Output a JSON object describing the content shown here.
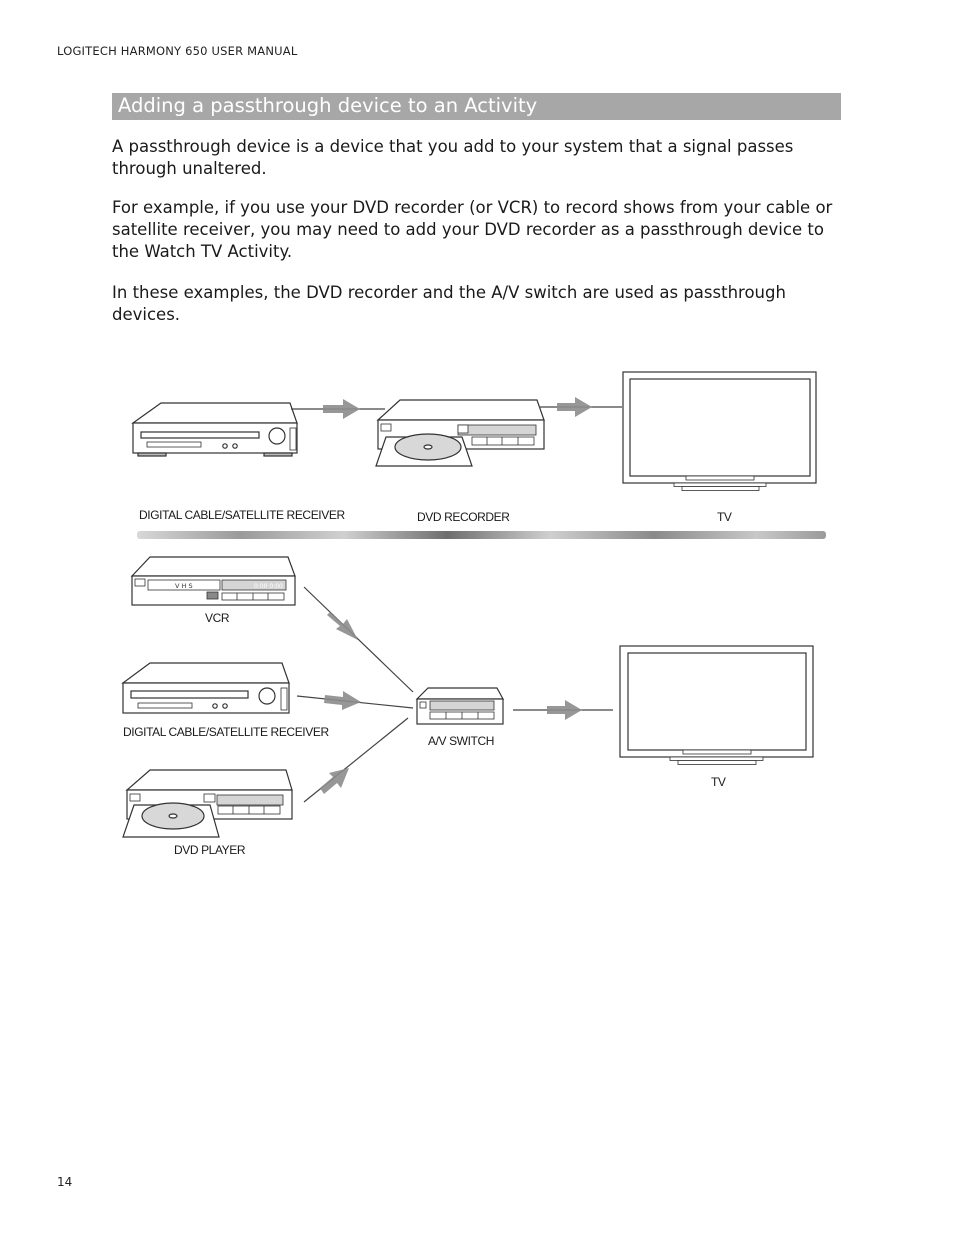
{
  "header": {
    "running_title": "LOGITECH HARMONY 650 USER MANUAL"
  },
  "section": {
    "title": "Adding a passthrough device to an Activity"
  },
  "paragraphs": [
    "A passthrough device is a device that you add to your system that a signal passes through unaltered.",
    "For example, if you use your DVD recorder (or VCR) to record shows from your cable or satellite receiver, you may need to add your DVD recorder as a passthrough device to the Watch TV Activity.",
    "In these examples, the DVD recorder and the A/V switch are used as passthrough devices."
  ],
  "diagram": {
    "top_example": {
      "receiver_label": "DIGITAL CABLE/SATELLITE RECEIVER",
      "recorder_label": "DVD RECORDER",
      "tv_label": "TV"
    },
    "bottom_example": {
      "vcr_label": "VCR",
      "vcr_panel_text": "V H S",
      "vcr_display_text": "0:00  0:00",
      "receiver_label": "DIGITAL CABLE/SATELLITE RECEIVER",
      "player_label": "DVD PLAYER",
      "switch_label": "A/V SWITCH",
      "tv_label": "TV"
    },
    "colors": {
      "arrow": "#8c8c8c",
      "outline": "#333333",
      "divider": "#777777"
    }
  },
  "footer": {
    "page_number": "14"
  }
}
